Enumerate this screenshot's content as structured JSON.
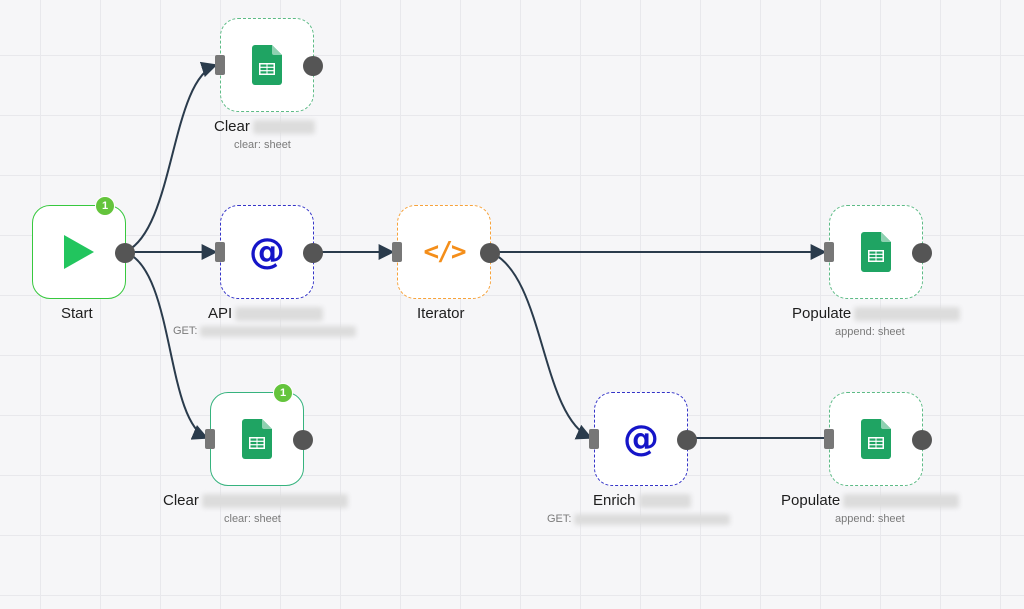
{
  "nodes": {
    "start": {
      "name": "Start",
      "badge": "1"
    },
    "clear_top": {
      "name": "Clear",
      "subtitle": "clear: sheet"
    },
    "api": {
      "name": "API",
      "subtitle_prefix": "GET:",
      "icon": "at-icon"
    },
    "iterator": {
      "name": "Iterator",
      "icon": "code-icon"
    },
    "populate_top": {
      "name": "Populate",
      "subtitle": "append: sheet"
    },
    "clear_bottom": {
      "name": "Clear",
      "subtitle": "clear: sheet",
      "badge": "1"
    },
    "enrich": {
      "name": "Enrich",
      "subtitle_prefix": "GET:",
      "icon": "at-icon"
    },
    "populate_bottom": {
      "name": "Populate",
      "subtitle": "append: sheet"
    }
  },
  "colors": {
    "start": "#22c55e",
    "sheets": "#1fa463",
    "http": "#1515c8",
    "code": "#f48e1a",
    "edge": "#2a3b4c",
    "badge": "#64c43c"
  },
  "connections": [
    [
      "start",
      "clear_top"
    ],
    [
      "start",
      "api"
    ],
    [
      "start",
      "clear_bottom"
    ],
    [
      "api",
      "iterator"
    ],
    [
      "iterator",
      "populate_top"
    ],
    [
      "iterator",
      "enrich"
    ],
    [
      "enrich",
      "populate_bottom"
    ]
  ]
}
